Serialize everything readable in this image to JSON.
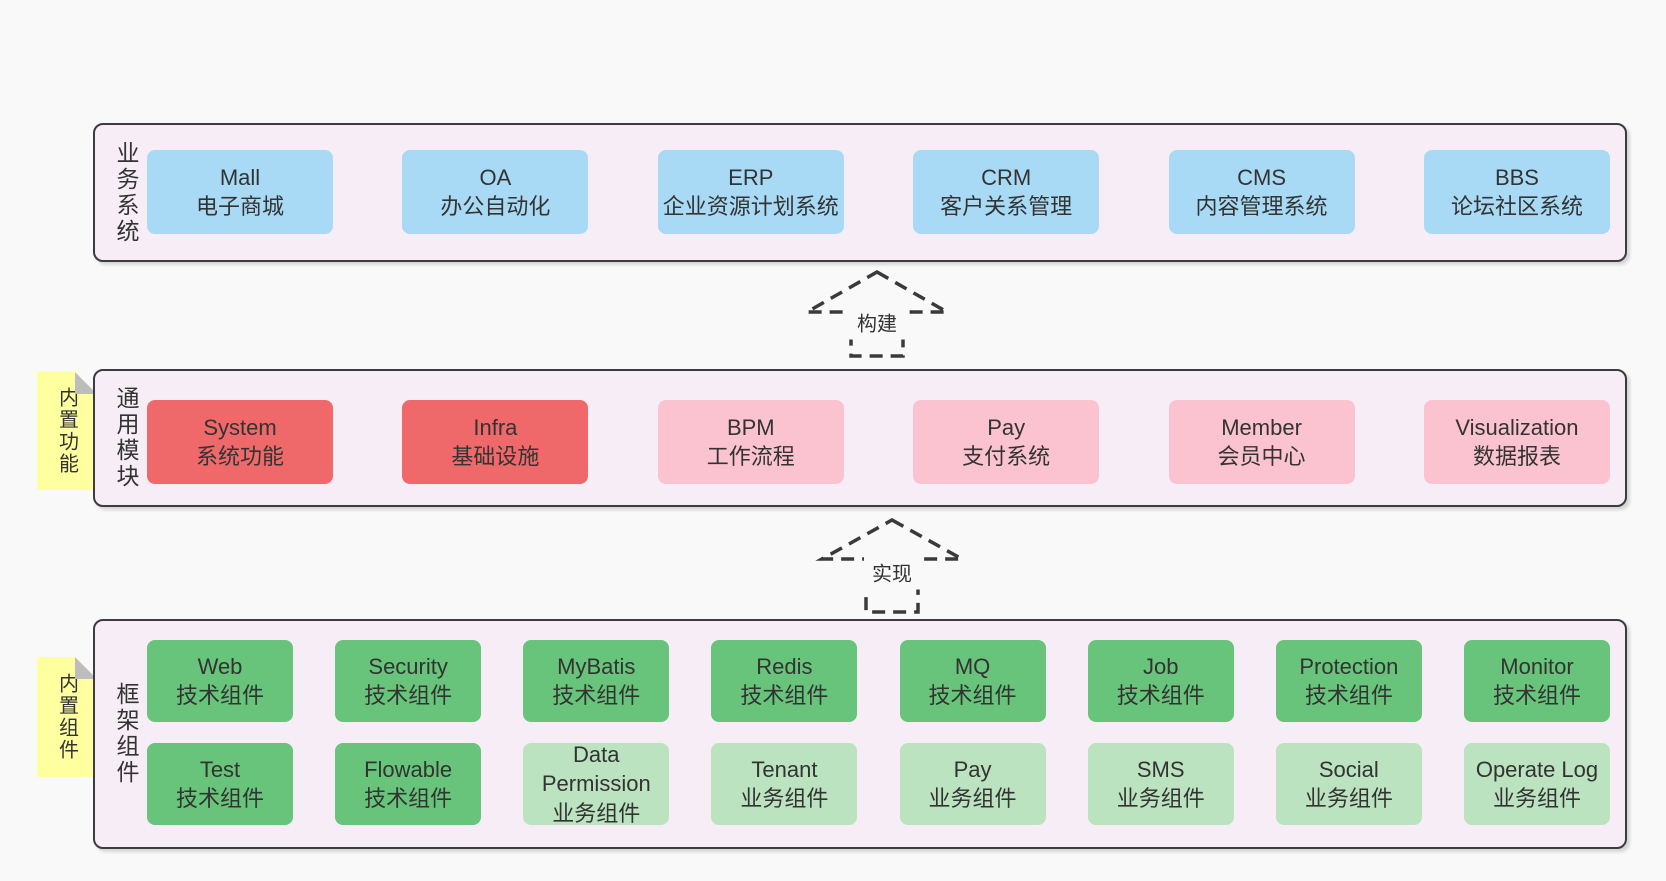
{
  "colors": {
    "page_bg": "#f9f9f9",
    "container_bg": "#f7edf6",
    "container_border": "#3d3b40",
    "blue": "#a9daf5",
    "red": "#ef696b",
    "pink": "#fbc3cf",
    "green_dark": "#67c47a",
    "green_light": "#bce3bf",
    "yellow": "#feff9e",
    "sticky_fold": "#bdbdbd",
    "text": "#333333"
  },
  "sections": {
    "business": {
      "label": "业务系统",
      "boxes": [
        {
          "name": "Mall",
          "desc": "电子商城",
          "variant": "blue"
        },
        {
          "name": "OA",
          "desc": "办公自动化",
          "variant": "blue"
        },
        {
          "name": "ERP",
          "desc": "企业资源计划系统",
          "variant": "blue"
        },
        {
          "name": "CRM",
          "desc": "客户关系管理",
          "variant": "blue"
        },
        {
          "name": "CMS",
          "desc": "内容管理系统",
          "variant": "blue"
        },
        {
          "name": "BBS",
          "desc": "论坛社区系统",
          "variant": "blue"
        }
      ]
    },
    "modules": {
      "label": "通用模块",
      "sticky": "内置功能",
      "boxes": [
        {
          "name": "System",
          "desc": "系统功能",
          "variant": "red"
        },
        {
          "name": "Infra",
          "desc": "基础设施",
          "variant": "red"
        },
        {
          "name": "BPM",
          "desc": "工作流程",
          "variant": "pink"
        },
        {
          "name": "Pay",
          "desc": "支付系统",
          "variant": "pink"
        },
        {
          "name": "Member",
          "desc": "会员中心",
          "variant": "pink"
        },
        {
          "name": "Visualization",
          "desc": "数据报表",
          "variant": "pink"
        }
      ]
    },
    "components": {
      "label": "框架组件",
      "sticky": "内置组件",
      "rows": [
        [
          {
            "name": "Web",
            "desc": "技术组件",
            "variant": "green-dark"
          },
          {
            "name": "Security",
            "desc": "技术组件",
            "variant": "green-dark"
          },
          {
            "name": "MyBatis",
            "desc": "技术组件",
            "variant": "green-dark"
          },
          {
            "name": "Redis",
            "desc": "技术组件",
            "variant": "green-dark"
          },
          {
            "name": "MQ",
            "desc": "技术组件",
            "variant": "green-dark"
          },
          {
            "name": "Job",
            "desc": "技术组件",
            "variant": "green-dark"
          },
          {
            "name": "Protection",
            "desc": "技术组件",
            "variant": "green-dark"
          },
          {
            "name": "Monitor",
            "desc": "技术组件",
            "variant": "green-dark"
          }
        ],
        [
          {
            "name": "Test",
            "desc": "技术组件",
            "variant": "green-dark"
          },
          {
            "name": "Flowable",
            "desc": "技术组件",
            "variant": "green-dark"
          },
          {
            "name": "Data Permission",
            "desc": "业务组件",
            "variant": "green-light"
          },
          {
            "name": "Tenant",
            "desc": "业务组件",
            "variant": "green-light"
          },
          {
            "name": "Pay",
            "desc": "业务组件",
            "variant": "green-light"
          },
          {
            "name": "SMS",
            "desc": "业务组件",
            "variant": "green-light"
          },
          {
            "name": "Social",
            "desc": "业务组件",
            "variant": "green-light"
          },
          {
            "name": "Operate Log",
            "desc": "业务组件",
            "variant": "green-light"
          }
        ]
      ]
    }
  },
  "arrows": [
    {
      "label": "构建"
    },
    {
      "label": "实现"
    }
  ]
}
